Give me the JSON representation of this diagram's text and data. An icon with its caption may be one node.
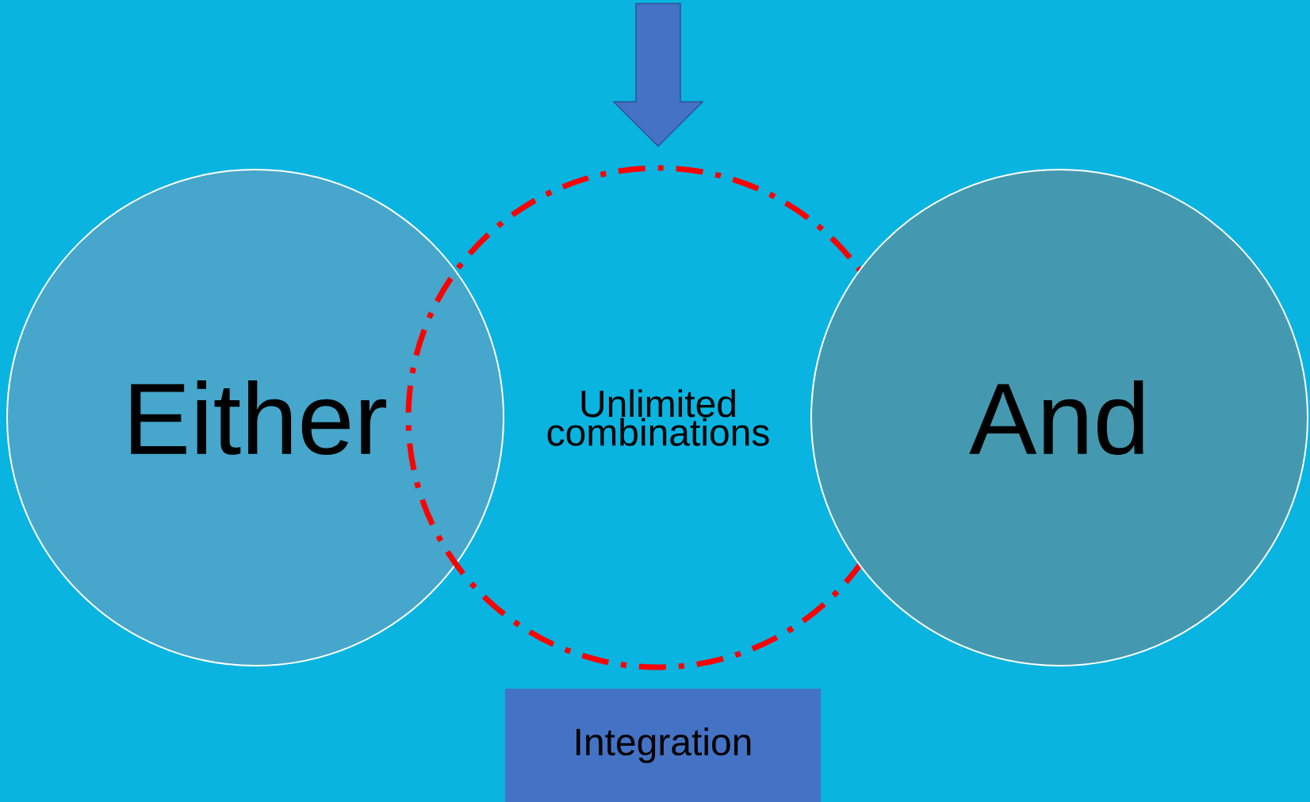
{
  "diagram": {
    "nodes": [
      {
        "text": [
          "Either"
        ]
      },
      {
        "text": [
          "Unlimited combinations"
        ]
      },
      {
        "text": [
          "And"
        ]
      },
      {
        "text": [
          "Integration"
        ]
      }
    ],
    "edges": [
      {
        "from": null,
        "to": 1,
        "arrow": "to"
      }
    ]
  }
}
